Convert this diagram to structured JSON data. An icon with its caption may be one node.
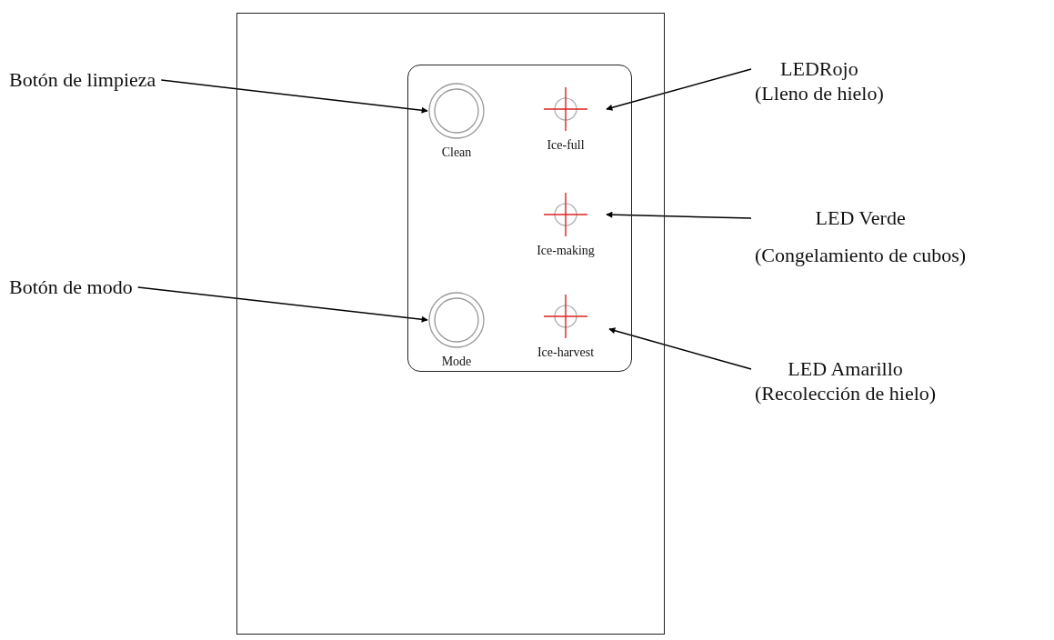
{
  "diagram": {
    "nodes": [
      {
        "text": [],
        "shape": "box"
      },
      {
        "text": [],
        "shape": "box",
        "in": 0
      },
      {
        "text": [
          "Clean"
        ],
        "in": 1
      },
      {
        "text": [
          "Ice-full"
        ],
        "in": 1
      },
      {
        "text": [
          "Ice-making"
        ],
        "in": 1
      },
      {
        "text": [
          "Mode"
        ],
        "in": 1
      },
      {
        "text": [
          "Ice-harvest"
        ],
        "in": 1
      },
      {
        "text": [
          "Botón de limpieza"
        ]
      },
      {
        "text": [
          "LEDRojo",
          "(Lleno de hielo)"
        ]
      },
      {
        "text": [
          "LED Verde",
          "(Congelamiento de cubos)"
        ]
      },
      {
        "text": [
          "Botón de modo"
        ]
      },
      {
        "text": [
          "LED Amarillo",
          "(Recolección de hielo)"
        ]
      }
    ],
    "edges": [
      {
        "from": 7,
        "to": 2,
        "arrow": "to"
      },
      {
        "from": 8,
        "to": 3,
        "arrow": "to"
      },
      {
        "from": 9,
        "to": 4,
        "arrow": "to"
      },
      {
        "from": 10,
        "to": 5,
        "arrow": "to"
      },
      {
        "from": 11,
        "to": 6,
        "arrow": "to"
      }
    ]
  }
}
